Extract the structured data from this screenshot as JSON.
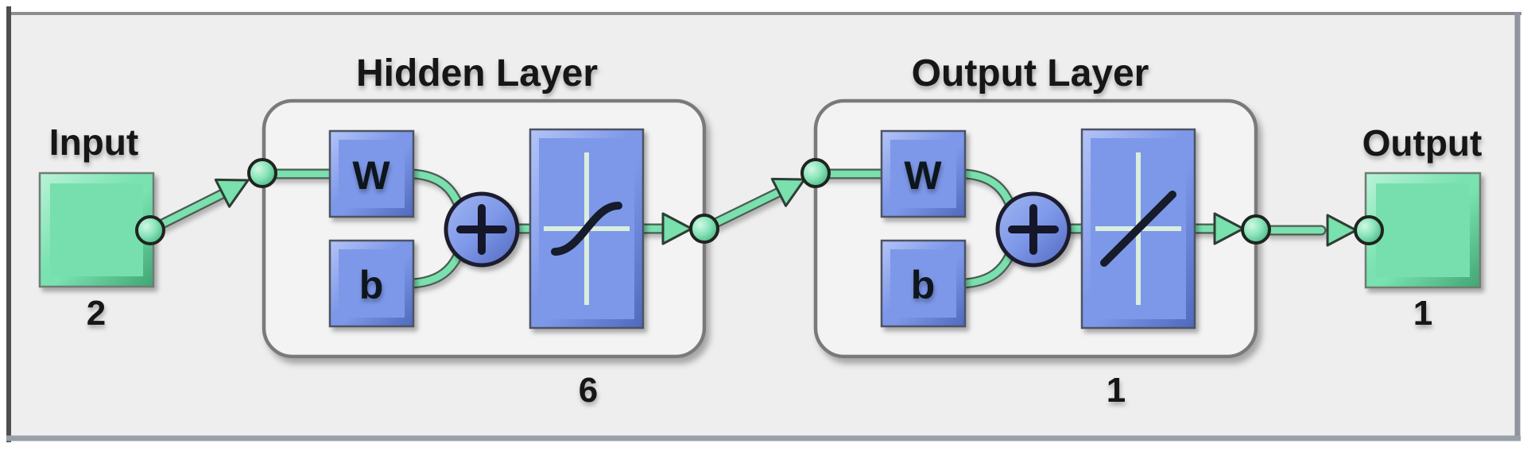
{
  "input": {
    "label": "Input",
    "size": "2"
  },
  "layers": [
    {
      "title": "Hidden Layer",
      "weight_label": "W",
      "bias_label": "b",
      "size": "6"
    },
    {
      "title": "Output Layer",
      "weight_label": "W",
      "bias_label": "b",
      "size": "1"
    }
  ],
  "output": {
    "label": "Output",
    "size": "1"
  },
  "icons": {
    "sum": "plus",
    "hidden_transfer": "sigmoid-curve",
    "output_transfer": "linear-line",
    "connector": "right-arrow"
  },
  "colors": {
    "panel_background": "#eeeeee",
    "layer_box_background": "#f3f3f3",
    "green": "#79e0ae",
    "blue": "#7e98e9",
    "ink": "#161a2b",
    "box_border": "#7a7a7a"
  }
}
